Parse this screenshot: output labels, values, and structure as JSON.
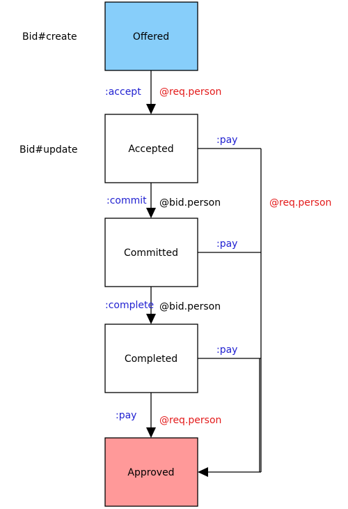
{
  "controllers": {
    "create": "Bid#create",
    "update": "Bid#update"
  },
  "states": {
    "offered": "Offered",
    "accepted": "Accepted",
    "committed": "Committed",
    "completed": "Completed",
    "approved": "Approved"
  },
  "colors": {
    "offered_fill": "#87cefa",
    "approved_fill": "#ff9999",
    "action_text": "#1f1fd1",
    "role_red_text": "#e31a1a"
  },
  "transitions": {
    "accept": {
      "action": ":accept",
      "role": "@req.person"
    },
    "commit": {
      "action": ":commit",
      "role": "@bid.person"
    },
    "complete": {
      "action": ":complete",
      "role": "@bid.person"
    },
    "approve": {
      "action": ":pay",
      "role": "@req.person"
    }
  },
  "pay_branch": {
    "from_accepted": ":pay",
    "from_committed": ":pay",
    "from_completed": ":pay",
    "role": "@req.person"
  }
}
